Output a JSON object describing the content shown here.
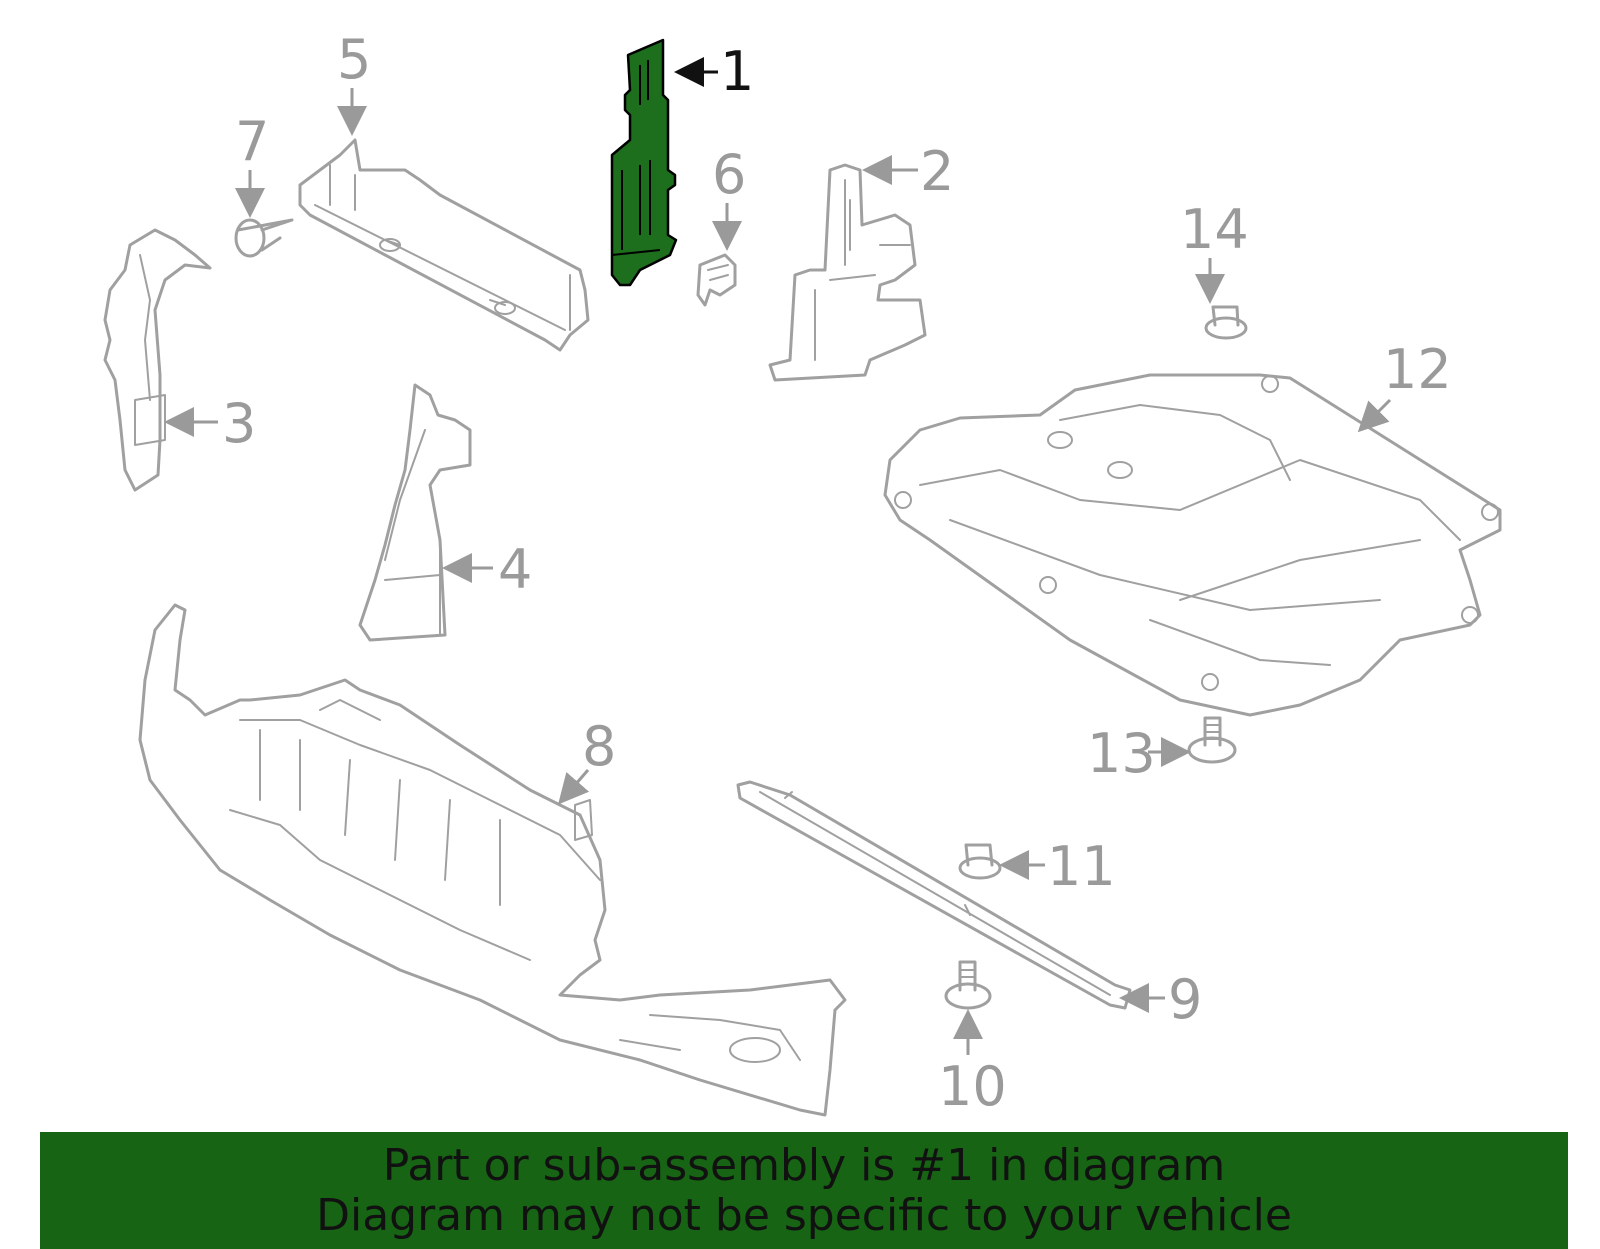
{
  "colors": {
    "highlight_fill": "#1d6e1d",
    "banner_background": "#176514",
    "part_outline": "#a0a0a0",
    "callout_gray": "#9a9a9a",
    "active_callout": "#111111"
  },
  "callouts": {
    "c1": "1",
    "c2": "2",
    "c3": "3",
    "c4": "4",
    "c5": "5",
    "c6": "6",
    "c7": "7",
    "c8": "8",
    "c9": "9",
    "c10": "10",
    "c11": "11",
    "c12": "12",
    "c13": "13",
    "c14": "14"
  },
  "highlighted_part": "1",
  "banner": {
    "line1": "Part or sub-assembly is #1 in diagram",
    "line2": "Diagram may not be specific to your vehicle"
  }
}
